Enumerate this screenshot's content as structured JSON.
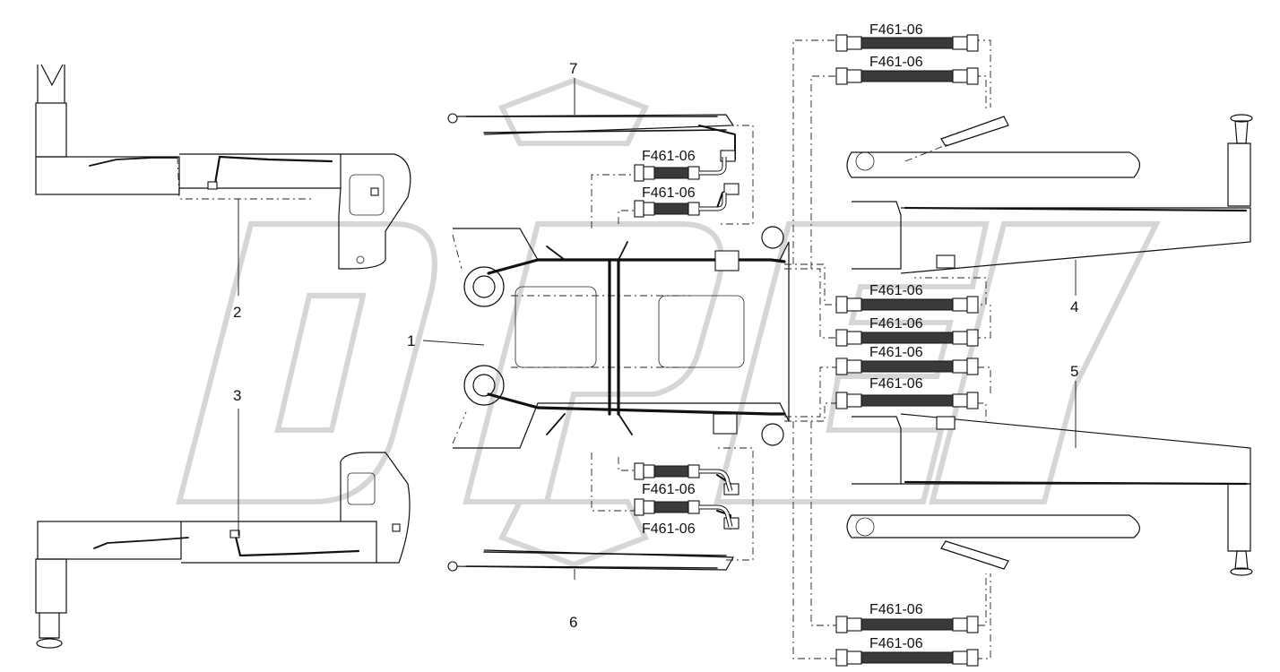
{
  "hose_label": "F461-06",
  "callouts": {
    "c1": "1",
    "c2": "2",
    "c3": "3",
    "c4": "4",
    "c5": "5",
    "c6": "6",
    "c7": "7"
  },
  "colors": {
    "line": "#111111",
    "watermark": "#d6d6d6",
    "hose": "#3a3a3a",
    "background": "#ffffff"
  }
}
